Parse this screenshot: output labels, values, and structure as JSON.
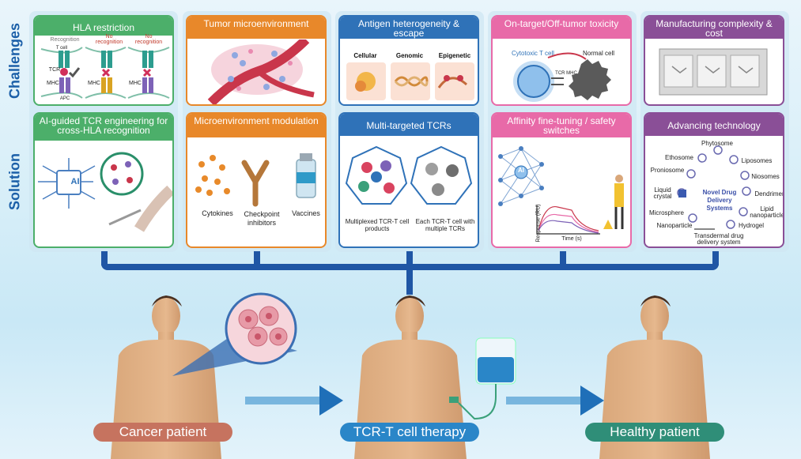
{
  "side_labels": {
    "challenges": "Challenges",
    "solution": "Solution"
  },
  "challenges": [
    {
      "title": "HLA restriction",
      "color": "#4caf6a",
      "labels": {
        "recognition": "Recognition",
        "no_recognition_1": "No recognition",
        "no_recognition_2": "No recognition",
        "tcell": "T cell",
        "tcr": "TCR",
        "mhc": "MHC",
        "mhc2": "MHC",
        "mhc3": "MHC",
        "apc": "APC"
      }
    },
    {
      "title": "Tumor microenvironment",
      "color": "#e8882a"
    },
    {
      "title": "Antigen heterogeneity & escape",
      "color": "#2f72b8",
      "labels": {
        "cellular": "Cellular",
        "genomic": "Genomic",
        "epigenetic": "Epigenetic"
      }
    },
    {
      "title": "On-target/Off-tumor toxicity",
      "color": "#e86aa8",
      "labels": {
        "cytotoxic": "Cytotoxic T cell",
        "normal": "Normal cell",
        "tcr_mhc": "TCR MHC"
      }
    },
    {
      "title": "Manufacturing complexity & cost",
      "color": "#8a4f97"
    }
  ],
  "solutions": [
    {
      "title": "AI-guided TCR engineering for cross-HLA recognition",
      "color": "#4caf6a",
      "labels": {
        "ai": "AI"
      }
    },
    {
      "title": "Microenvironment modulation",
      "color": "#e8882a",
      "labels": {
        "cytokines": "Cytokines",
        "checkpoint": "Checkpoint inhibitors",
        "vaccines": "Vaccines"
      }
    },
    {
      "title": "Multi-targeted TCRs",
      "color": "#2f72b8",
      "labels": {
        "multiplexed": "Multiplexed TCR-T cell products",
        "each": "Each TCR-T cell with multiple TCRs"
      }
    },
    {
      "title": "Affinity fine-tuning / safety switches",
      "color": "#e86aa8",
      "labels": {
        "ai": "AI",
        "ylabel": "Response (RU)",
        "xlabel": "Time (s)"
      }
    },
    {
      "title": "Advancing technology",
      "color": "#8a4f97",
      "labels": {
        "phytosome": "Phytosome",
        "ethosome": "Ethosome",
        "liposomes": "Liposomes",
        "proniosome": "Proniosome",
        "niosomes": "Niosomes",
        "liquid_crystal": "Liquid crystal",
        "novel": "Novel Drug Delivery Systems",
        "dendrimer": "Dendrimer",
        "microsphere": "Microsphere",
        "lipid_np": "Lipid nanoparticle",
        "nanoparticle": "Nanoparticle",
        "hydrogel": "Hydrogel",
        "transdermal": "Transdermal drug delivery system"
      }
    }
  ],
  "patients": {
    "cancer": "Cancer patient",
    "therapy": "TCR-T cell therapy",
    "healthy": "Healthy patient"
  },
  "colors": {
    "pipe": "#1f56a5",
    "cancer_pill": "#c6735f",
    "therapy_pill": "#2a86c8",
    "healthy_pill": "#2f8e78"
  }
}
